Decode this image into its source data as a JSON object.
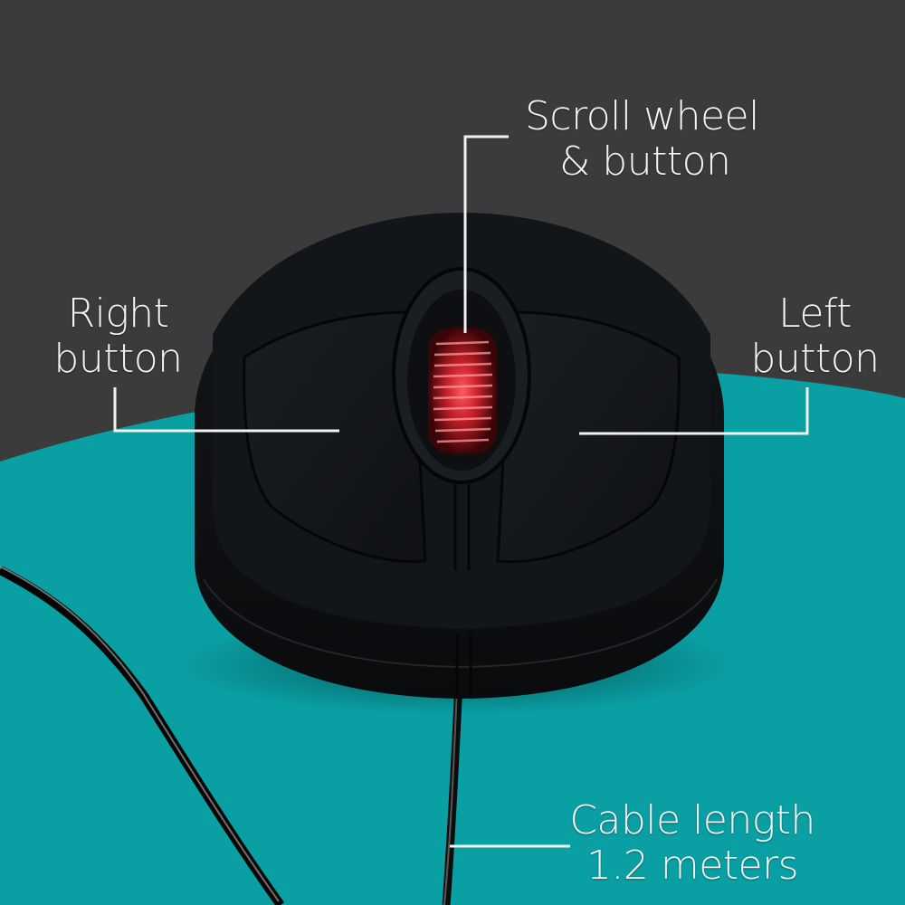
{
  "infographic": {
    "subject": "Wired optical mouse",
    "colors": {
      "background_top": "#3b3b3b",
      "surface_teal": "#0a9fa3",
      "mouse_body": "#111418",
      "scroll_wheel_glow": "#c8202a",
      "callout_line": "#f2f2f2",
      "label_text": "#f4f4f4"
    },
    "callouts": {
      "scroll_wheel": {
        "line1": "Scroll wheel",
        "line2": "& button"
      },
      "right_button": {
        "line1": "Right",
        "line2": "button"
      },
      "left_button": {
        "line1": "Left",
        "line2": "button"
      },
      "cable": {
        "line1": "Cable length",
        "line2": "1.2 meters"
      }
    }
  }
}
